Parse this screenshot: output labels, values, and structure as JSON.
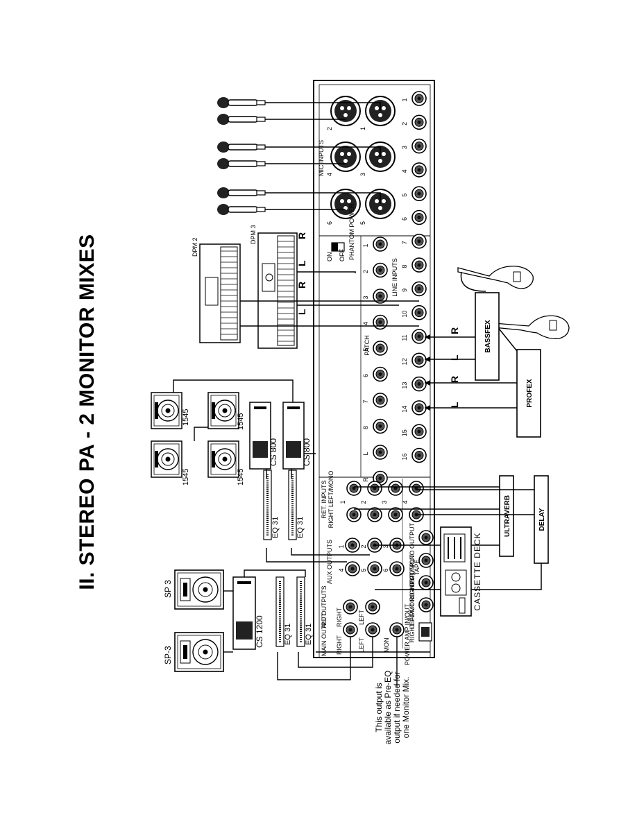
{
  "title": "II. STEREO PA - 2 MONITOR MIXES",
  "mixer": {
    "mic_inputs_label": "MIC INPUTS",
    "mic_numbers": [
      "1",
      "2",
      "3",
      "4",
      "5",
      "6"
    ],
    "line_inputs_label": "LINE INPUTS",
    "line_numbers": [
      "1",
      "2",
      "3",
      "4",
      "5",
      "6",
      "7",
      "8",
      "9",
      "10",
      "11",
      "12",
      "13",
      "14",
      "15",
      "16"
    ],
    "phantom_on": "ON",
    "phantom_off": "OFF",
    "phantom_label": "PHANTOM POWER",
    "patch_label": "PATCH",
    "patch_numbers": [
      "1",
      "2",
      "3",
      "4",
      "5",
      "6",
      "7",
      "8",
      "L",
      "R"
    ],
    "ret_inputs_label": "RET. INPUTS",
    "ret_sub_label": "RIGHT  LEFT/MONO",
    "ret_numbers": [
      "1",
      "2",
      "3",
      "4"
    ],
    "aux_outputs_label": "AUX OUTPUTS",
    "aux_numbers": [
      "1",
      "2",
      "3",
      "4",
      "5",
      "6"
    ],
    "main_output_label": "MAIN OUTPUT",
    "alt_outputs_label": "ALT OUTPUTS",
    "right_label": "RIGHT",
    "left_label": "LEFT",
    "mon_label": "MON",
    "tape_label": "TAPE",
    "tape_right_output": "RIGHT OUTPUT",
    "tape_left_output": "LEFT/MONO OUTPUT",
    "tape_right_input": "RIGHT INPUT",
    "tape_left_input": "LEFT/MONO INPUT",
    "power_amp_label": "POWER AMP IN/OUT"
  },
  "devices": {
    "dpm_top": "DPM 2",
    "dpm_bottom": "DPM 3",
    "lr_dpm3": [
      "R",
      "L"
    ],
    "lr_dpm2": [
      "R",
      "L"
    ],
    "bassfex": "BASSFEX",
    "profex": "PROFEX",
    "lr_bassfex": [
      "R",
      "L"
    ],
    "lr_profex": [
      "R",
      "L"
    ],
    "ultraverb": "ULTRAVERB",
    "delay": "DELAY",
    "cassette": "CASSETTE DECK",
    "cs800_top": "CS 800",
    "cs800_bottom": "CS 800",
    "cs1200": "CS 1200",
    "eq31": "EQ 31",
    "speaker_1545": "1545",
    "sp3": "SP-3",
    "sp3_alt": "SP 3"
  },
  "note": "This output is available as Pre-EQ output if needed for one Monitor Mix."
}
